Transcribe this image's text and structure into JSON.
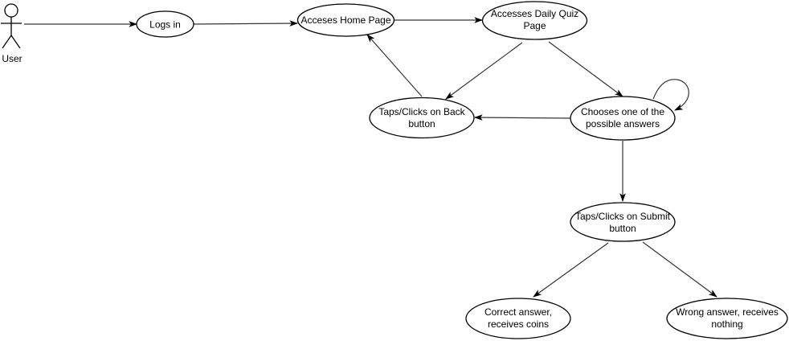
{
  "actor": {
    "label": "User"
  },
  "nodes": {
    "login": {
      "lines": [
        "Logs in"
      ]
    },
    "home": {
      "lines": [
        "Acceses Home Page"
      ]
    },
    "daily_quiz": {
      "lines": [
        "Accesses Daily Quiz",
        "Page"
      ]
    },
    "back": {
      "lines": [
        "Taps/Clicks on Back",
        "button"
      ]
    },
    "choose": {
      "lines": [
        "Chooses one of the",
        "possible answers"
      ]
    },
    "submit": {
      "lines": [
        "Taps/Clicks on Submit",
        "button"
      ]
    },
    "correct": {
      "lines": [
        "Correct answer,",
        "receives coins"
      ]
    },
    "wrong": {
      "lines": [
        "Wrong answer, receives",
        "nothing"
      ]
    }
  }
}
